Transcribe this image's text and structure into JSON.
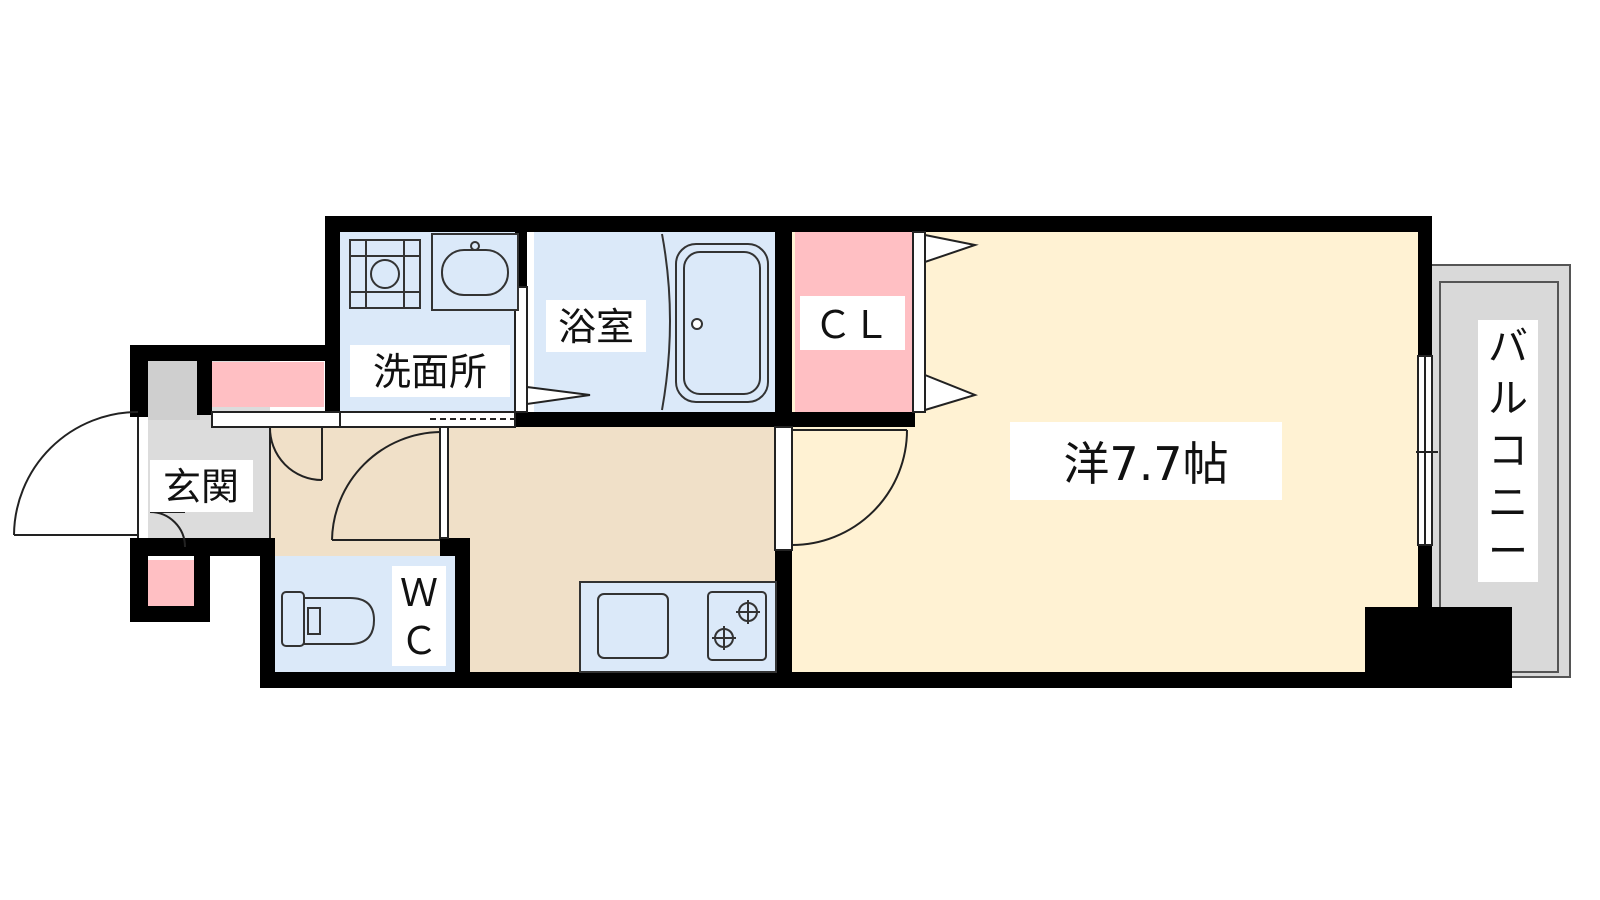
{
  "rooms": {
    "western": "洋7.7帖",
    "closet": "ＣＬ",
    "bath": "浴室",
    "washroom": "洗面所",
    "entrance": "玄関",
    "wc_line1": "Ｗ",
    "wc_line2": "Ｃ",
    "balcony": [
      "バ",
      "ル",
      "コ",
      "ニ",
      "ー"
    ]
  },
  "colors": {
    "wall": "#000000",
    "western_floor": "#fff2d3",
    "kitchen_floor": "#f0e0c8",
    "wet_area": "#dbe9f9",
    "closet": "#ffbfc3",
    "entrance_floor": "#dcdcdc",
    "balcony": "#d9d9d9",
    "fixture_line": "#333333"
  }
}
